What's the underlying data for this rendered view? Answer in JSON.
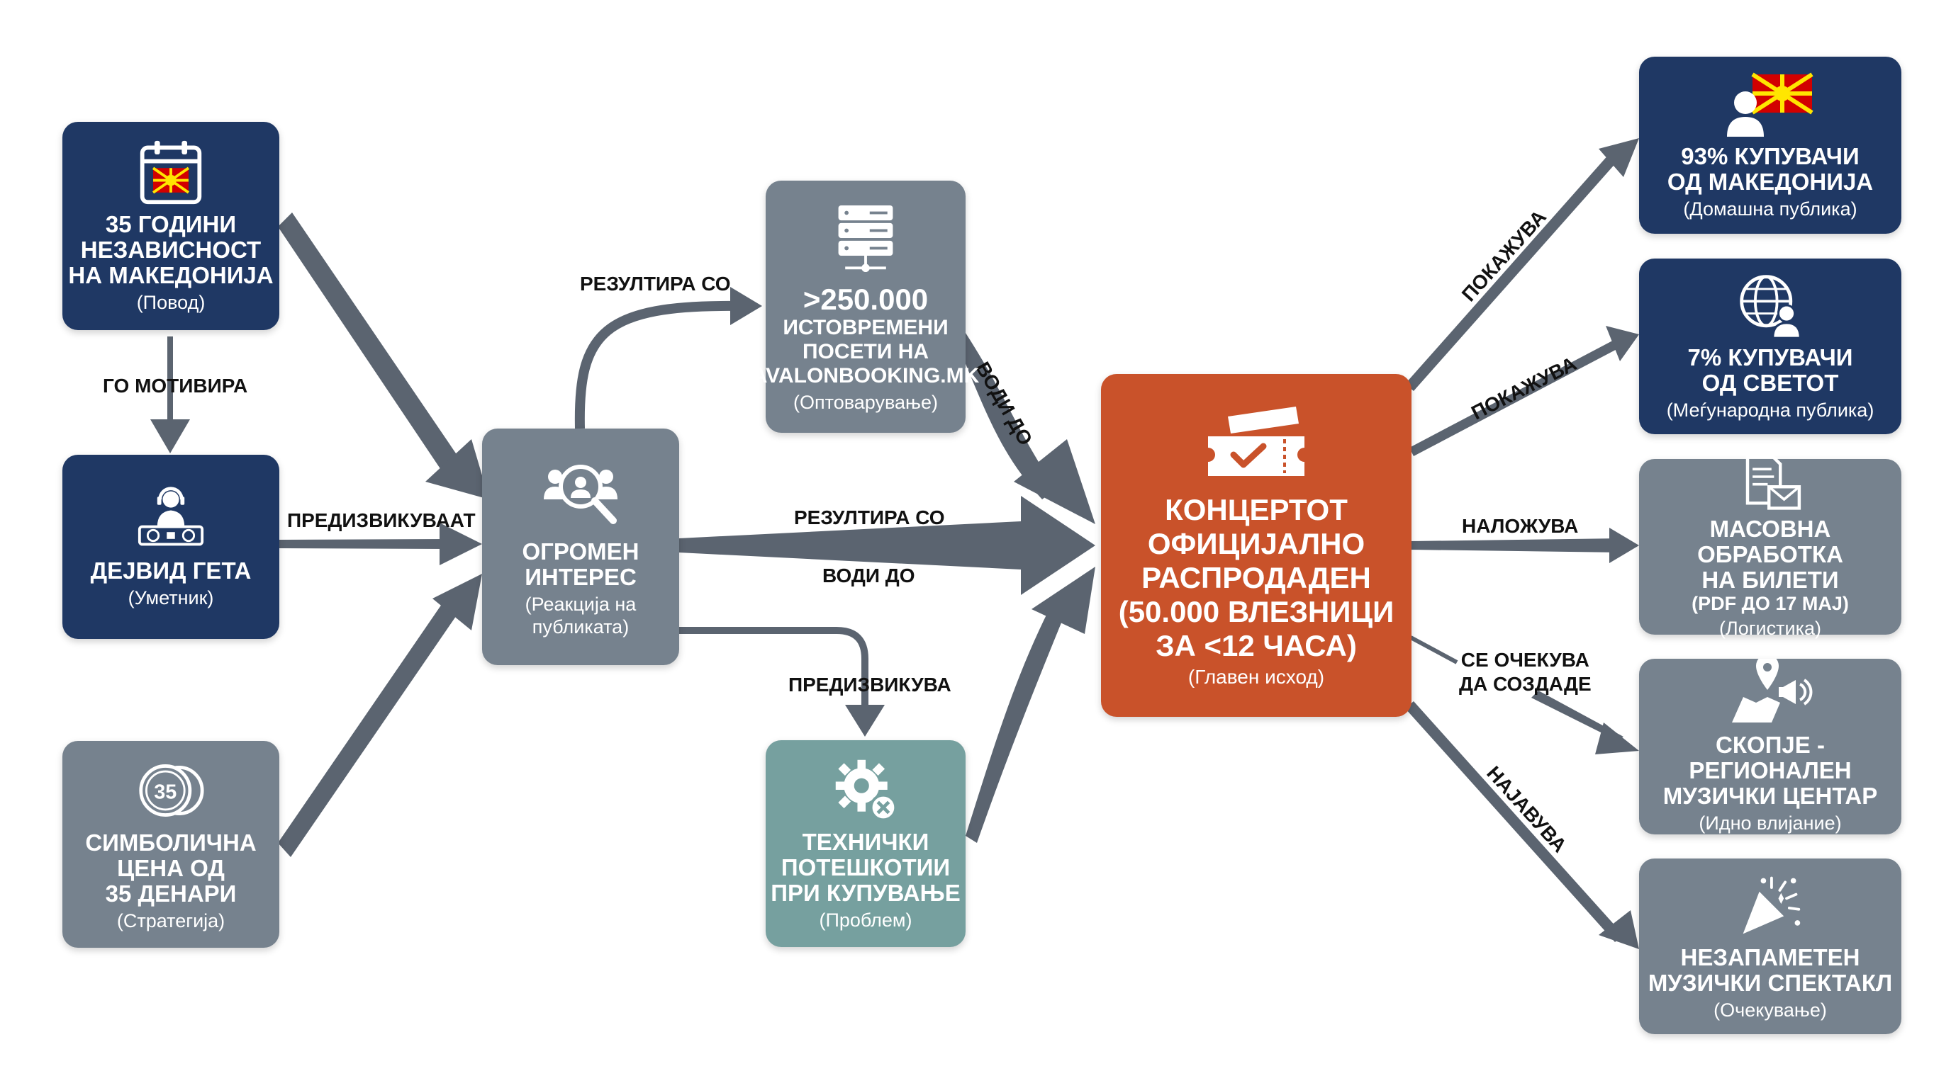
{
  "nodes": {
    "independence": {
      "title": "35 ГОДИНИ\nНЕЗАВИСНОСТ\nНА МАКЕДОНИЈА",
      "sub": "(Повод)"
    },
    "artist": {
      "title": "ДЕЈВИД ГЕТА",
      "sub": "(Уметник)"
    },
    "price": {
      "title": "СИМБОЛИЧНА\nЦЕНА ОД\n35 ДЕНАРИ",
      "sub": "(Стратегија)",
      "badge": "35"
    },
    "interest": {
      "title": "ОГРОМЕН\nИНТЕРЕС",
      "sub": "(Реакција на\nпубликата)"
    },
    "visits": {
      "title_big": ">250.000",
      "title": "ИСТОВРЕМЕНИ\nПОСЕТИ НА\nAVALONBOOKING.MK",
      "sub": "(Оптоварување)"
    },
    "tech": {
      "title": "ТЕХНИЧКИ\nПОТЕШКОТИИ\nПРИ КУПУВАЊЕ",
      "sub": "(Проблем)"
    },
    "soldout": {
      "title": "КОНЦЕРТОТ\nОФИЦИЈАЛНО\nРАСПРОДАДЕН\n(50.000 ВЛЕЗНИЦИ\nЗА <12 ЧАСА)",
      "sub": "(Главен исход)"
    },
    "domestic": {
      "title": "93% КУПУВАЧИ\nОД МАКЕДОНИЈА",
      "sub": "(Домашна публика)"
    },
    "world": {
      "title": "7% КУПУВАЧИ\nОД СВЕТОТ",
      "sub": "(Меѓународна публика)"
    },
    "tickets": {
      "title": "МАСОВНА ОБРАБОТКА\nНА БИЛЕТИ",
      "title2": "(PDF ДО 17 МАЈ)",
      "sub": "(Логистика)"
    },
    "skopje": {
      "title": "СКОПЈЕ - РЕГИОНАЛЕН\nМУЗИЧКИ ЦЕНТАР",
      "sub": "(Идно влијание)"
    },
    "spectacle": {
      "title": "НЕЗАПАМЕТЕН\nМУЗИЧКИ СПЕКТАКЛ",
      "sub": "(Очекување)"
    }
  },
  "edges": {
    "motivates": "ГО МОТИВИРА",
    "provoke": "ПРЕДИЗВИКУВААТ",
    "results_top": "РЕЗУЛТИРА СО",
    "results_mid": "РЕЗУЛТИРА СО",
    "leads_mid": "ВОДИ ДО",
    "leads_top": "ВОДИ ДО",
    "provokes": "ПРЕДИЗВИКУВА",
    "shows1": "ПОКАЖУВА",
    "shows2": "ПОКАЖУВА",
    "imposes": "НАЛОЖУВА",
    "expected": "СЕ ОЧЕКУВА\nДА СОЗДАДЕ",
    "announces": "НАЈАВУВА"
  },
  "colors": {
    "navy": "#1f3864",
    "grey": "#76828e",
    "teal": "#76a09f",
    "orange": "#c9522a",
    "arrow": "#5b6470"
  },
  "icons": {
    "independence": "calendar-flag-icon",
    "artist": "dj-icon",
    "price": "coin-icon",
    "interest": "search-people-icon",
    "visits": "server-icon",
    "tech": "gear-error-icon",
    "soldout": "ticket-check-icon",
    "domestic": "user-flag-icon",
    "world": "globe-user-icon",
    "tickets": "document-mail-icon",
    "skopje": "map-megaphone-icon",
    "spectacle": "party-popper-icon"
  }
}
